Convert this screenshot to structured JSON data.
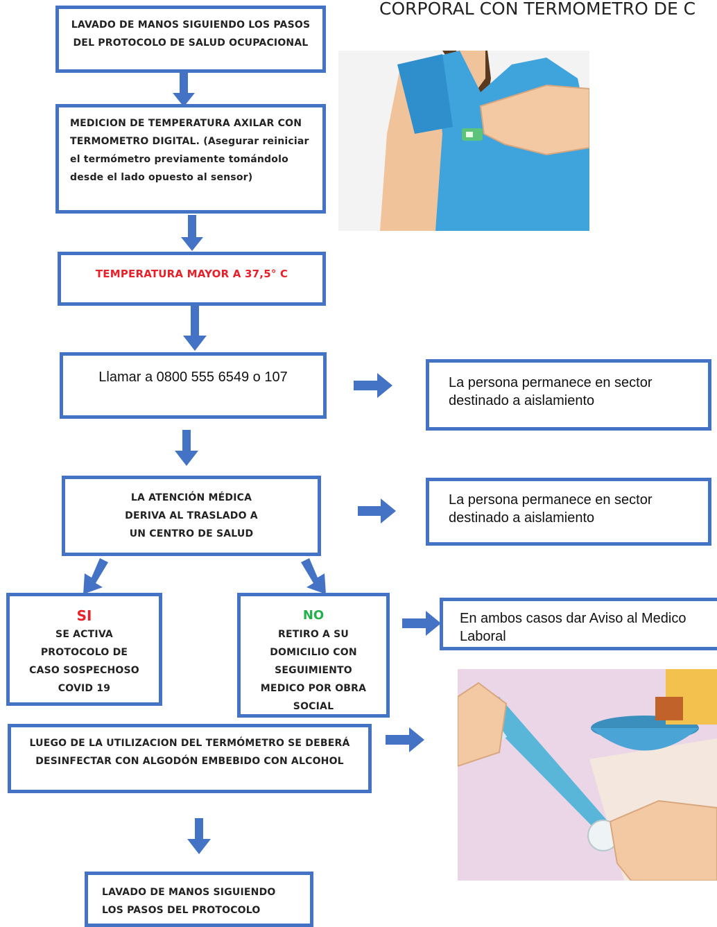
{
  "title": "CORPORAL CON TERMOMETRO DE C",
  "boxes": {
    "step1": "LAVADO DE MANOS SIGUIENDO LOS PASOS DEL PROTOCOLO DE SALUD OCUPACIONAL",
    "step2": "MEDICION DE TEMPERATURA AXILAR CON TERMOMETRO DIGITAL. (Asegurar reiniciar el termómetro previamente tomándolo desde el lado opuesto al sensor)",
    "step3": "TEMPERATURA MAYOR A 37,5° C",
    "step4": "Llamar a 0800 555 6549 o 107",
    "step5": "LA ATENCIÓN MÉDICA DERIVA AL TRASLADO A UN CENTRO DE SALUD",
    "side1": "La persona permanece en sector destinado a aislamiento",
    "side2": "La persona permanece en sector destinado a aislamiento",
    "si_label": "SI",
    "si_text": "SE ACTIVA PROTOCOLO DE CASO SOSPECHOSO COVID 19",
    "no_label": "NO",
    "no_text": "RETIRO A SU DOMICILIO CON SEGUIMIENTO MEDICO POR OBRA SOCIAL",
    "side3": "En ambos casos dar Aviso al Medico Laboral",
    "step6": "LUEGO DE LA UTILIZACION DEL TERMÓMETRO SE DEBERÁ DESINFECTAR CON ALGODÓN EMBEBIDO CON ALCOHOL",
    "step7": "LAVADO DE MANOS SIGUIENDO LOS PASOS DEL PROTOCOLO"
  },
  "colors": {
    "border": "#4472c4",
    "arrow": "#4472c4",
    "temperature_text": "#e8202a",
    "si_color": "#e8202a",
    "no_color": "#22b04b"
  }
}
